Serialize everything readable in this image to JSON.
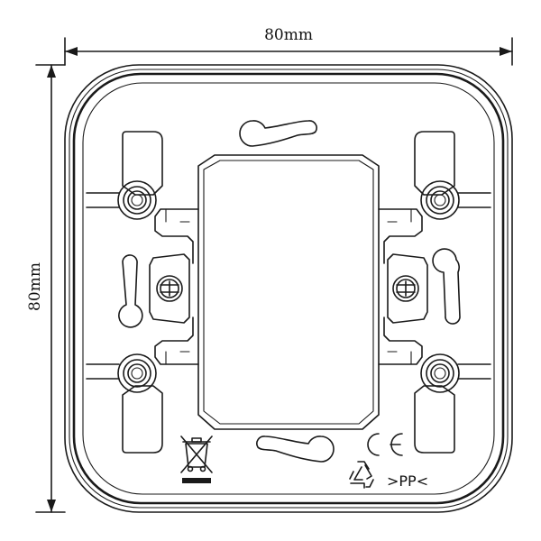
{
  "dimensions": {
    "width_label": "80mm",
    "height_label": "80mm"
  },
  "markings": {
    "ce_mark": "CE",
    "material_code": ">PP<",
    "recycling_symbol": "recycle-icon",
    "weee_symbol": "crossed-out-bin-icon"
  },
  "colors": {
    "line": "#1a1a1a",
    "background": "#ffffff"
  }
}
